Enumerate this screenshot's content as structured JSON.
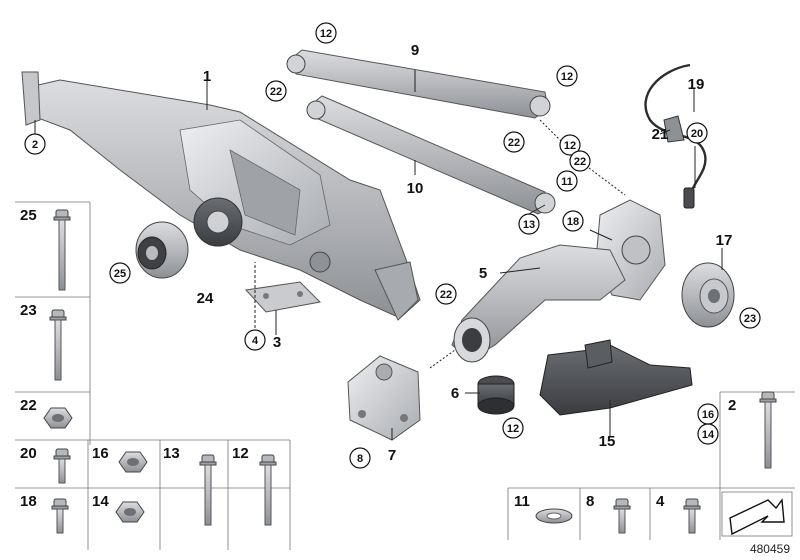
{
  "diagram": {
    "reference_number": "480459",
    "callouts": [
      {
        "text": "1",
        "style": "bold"
      },
      {
        "text": "2",
        "style": "circle"
      },
      {
        "text": "3",
        "style": "bold"
      },
      {
        "text": "4",
        "style": "circle"
      },
      {
        "text": "5",
        "style": "bold"
      },
      {
        "text": "6",
        "style": "bold"
      },
      {
        "text": "7",
        "style": "bold"
      },
      {
        "text": "8",
        "style": "circle"
      },
      {
        "text": "9",
        "style": "bold"
      },
      {
        "text": "10",
        "style": "bold"
      },
      {
        "text": "11",
        "style": "circle"
      },
      {
        "text": "12",
        "style": "circle"
      },
      {
        "text": "12",
        "style": "circle"
      },
      {
        "text": "12",
        "style": "circle"
      },
      {
        "text": "12",
        "style": "circle"
      },
      {
        "text": "13",
        "style": "circle"
      },
      {
        "text": "14",
        "style": "circle"
      },
      {
        "text": "15",
        "style": "bold"
      },
      {
        "text": "16",
        "style": "circle"
      },
      {
        "text": "17",
        "style": "bold"
      },
      {
        "text": "18",
        "style": "circle"
      },
      {
        "text": "19",
        "style": "bold"
      },
      {
        "text": "20",
        "style": "circle"
      },
      {
        "text": "21",
        "style": "bold"
      },
      {
        "text": "22",
        "style": "circle"
      },
      {
        "text": "22",
        "style": "circle"
      },
      {
        "text": "22",
        "style": "circle"
      },
      {
        "text": "22",
        "style": "circle"
      },
      {
        "text": "23",
        "style": "circle"
      },
      {
        "text": "24",
        "style": "bold"
      },
      {
        "text": "25",
        "style": "circle"
      }
    ],
    "hardware_grid": [
      {
        "text": "25",
        "part": "bolt"
      },
      {
        "text": "23",
        "part": "bolt"
      },
      {
        "text": "22",
        "part": "nut"
      },
      {
        "text": "20",
        "part": "bolt"
      },
      {
        "text": "16",
        "part": "nut"
      },
      {
        "text": "13",
        "part": "bolt"
      },
      {
        "text": "12",
        "part": "bolt"
      },
      {
        "text": "18",
        "part": "bolt"
      },
      {
        "text": "14",
        "part": "nut"
      },
      {
        "text": "2",
        "part": "bolt"
      },
      {
        "text": "11",
        "part": "washer"
      },
      {
        "text": "8",
        "part": "bolt"
      },
      {
        "text": "4",
        "part": "bolt"
      }
    ]
  }
}
